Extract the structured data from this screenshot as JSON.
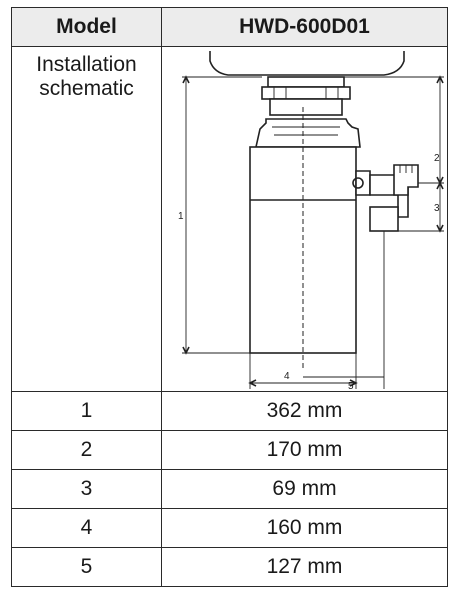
{
  "header": {
    "label": "Model",
    "value": "HWD-600D01"
  },
  "schematic": {
    "label_line1": "Installation",
    "label_line2": "schematic",
    "dim_labels": [
      "1",
      "2",
      "3",
      "4",
      "5"
    ]
  },
  "dimensions": [
    {
      "key": "1",
      "value": "362 mm"
    },
    {
      "key": "2",
      "value": "170 mm"
    },
    {
      "key": "3",
      "value": "69 mm"
    },
    {
      "key": "4",
      "value": "160 mm"
    },
    {
      "key": "5",
      "value": "127 mm"
    }
  ]
}
